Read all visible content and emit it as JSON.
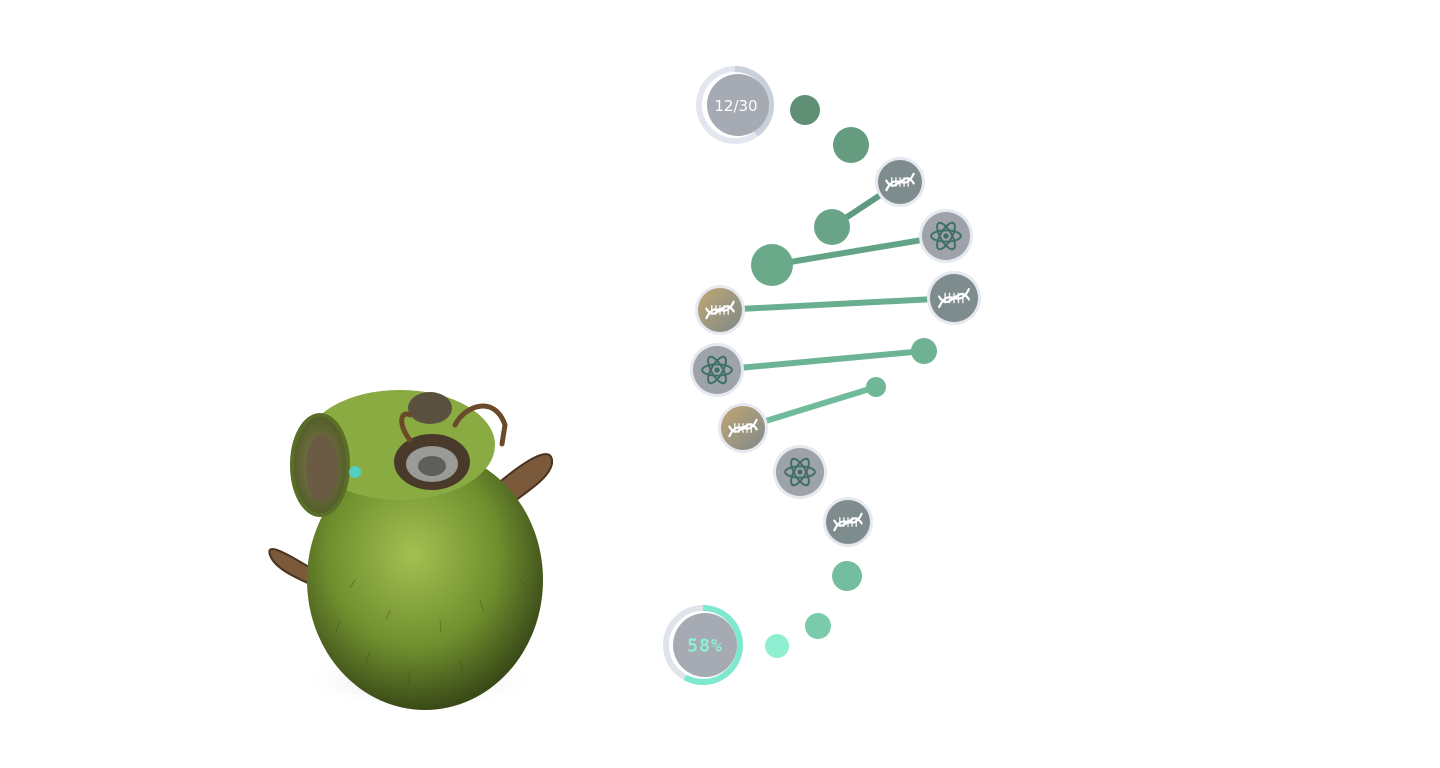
{
  "collection_counter": {
    "text": "12/30",
    "current": 12,
    "total": 30
  },
  "completion": {
    "text": "58%",
    "value": 0.58
  },
  "helix_nodes": [
    {
      "kind": "dot"
    },
    {
      "kind": "dot"
    },
    {
      "kind": "icon",
      "icon": "dna-icon"
    },
    {
      "kind": "dot"
    },
    {
      "kind": "icon",
      "icon": "atom-icon"
    },
    {
      "kind": "dot"
    },
    {
      "kind": "icon",
      "icon": "dna-icon"
    },
    {
      "kind": "icon",
      "icon": "dna-icon"
    },
    {
      "kind": "icon",
      "icon": "atom-icon"
    },
    {
      "kind": "dot"
    },
    {
      "kind": "dot"
    },
    {
      "kind": "icon",
      "icon": "dna-icon"
    },
    {
      "kind": "icon",
      "icon": "atom-icon"
    },
    {
      "kind": "icon",
      "icon": "dna-icon"
    },
    {
      "kind": "dot"
    },
    {
      "kind": "dot"
    },
    {
      "kind": "dot"
    }
  ],
  "colors": {
    "helix_dark": "#5e8f76",
    "helix_mid": "#6fb59a",
    "helix_light": "#8eefd0",
    "badge_gray": "#a6aab2",
    "ring_accent": "#7fe9cf",
    "creature_green": "#7a9a3a"
  }
}
